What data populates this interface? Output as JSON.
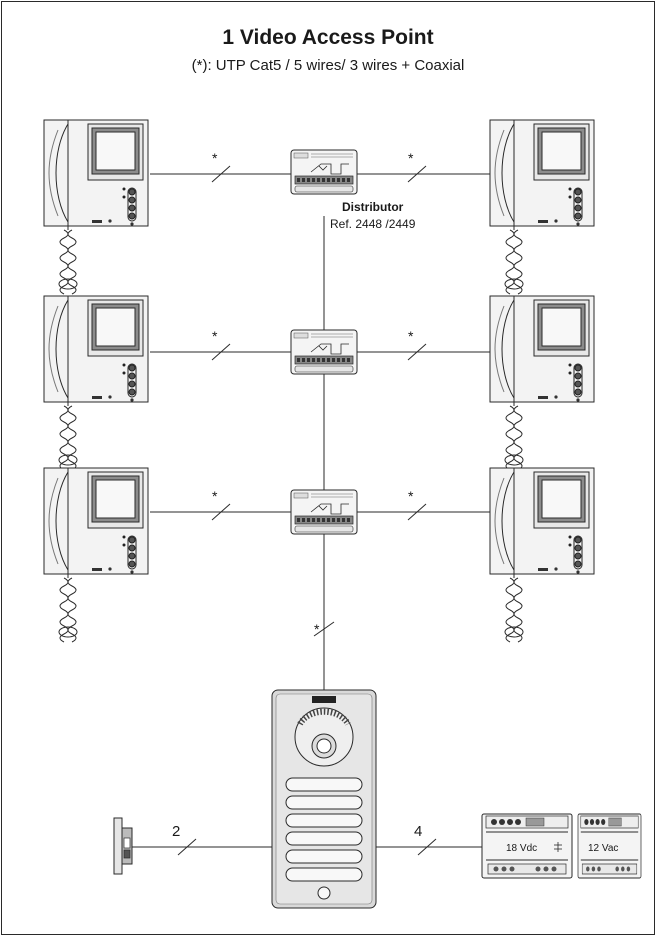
{
  "header": {
    "title": "1 Video Access Point",
    "subtitle": "(*): UTP Cat5 / 5 wires/ 3 wires + Coaxial"
  },
  "distributor": {
    "name": "Distributor",
    "ref": "Ref. 2448 /2449"
  },
  "wire_marks": {
    "star": "*",
    "lock_wires": "2",
    "psu_wires": "4"
  },
  "power_supplies": {
    "psu1": "18 Vdc",
    "psu2": "12 Vac"
  },
  "colors": {
    "line": "#2a2a2a",
    "device_fill": "#f2f2f2",
    "panel_fill": "#d9d9d9",
    "screen": "#8c8c8c"
  },
  "icons": {
    "monitor": "video-monitor-icon",
    "distributor": "distributor-box-icon",
    "panel": "door-panel-icon",
    "lock": "door-lock-icon",
    "psu": "power-supply-icon"
  }
}
